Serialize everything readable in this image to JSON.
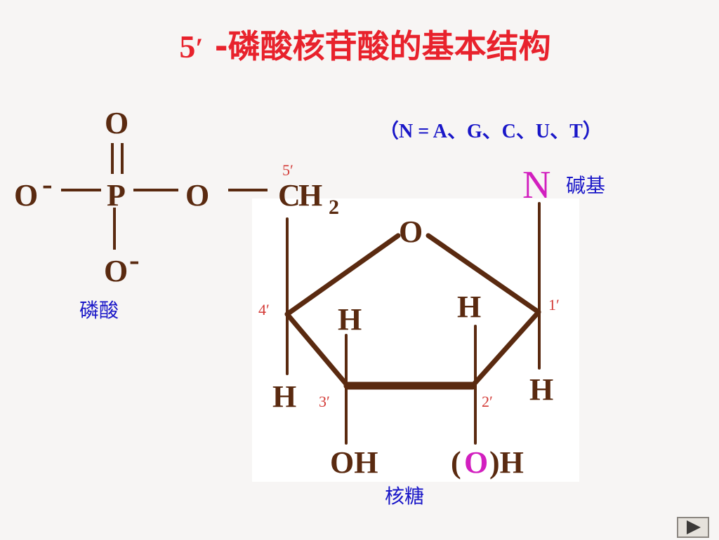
{
  "title": {
    "num": "5",
    "prime": "′",
    "text": " -磷酸核苷酸的基本结构"
  },
  "note": "（N = A、G、C、U、T）",
  "labels": {
    "phosphate": "磷酸",
    "ribose": "核糖",
    "base": "碱基"
  },
  "atoms": {
    "o_top": "O",
    "o_minus_left": "O",
    "minus": "-",
    "p": "P",
    "o_bridge": "O",
    "c": "C",
    "h": "H",
    "sub2": "2",
    "o_bottom": "O",
    "ring_o": "O",
    "base_n": "N",
    "h_4": "H",
    "h_3": "H",
    "h_2": "H",
    "h_1": "H",
    "oh_3": "OH",
    "paren_open": "(",
    "o_2": "O",
    "paren_close_h": ")H"
  },
  "primes": {
    "p5": "5′",
    "p4": "4′",
    "p3": "3′",
    "p2": "2′",
    "p1": "1′"
  },
  "colors": {
    "title": "#e8222c",
    "bond": "#5a2a10",
    "prime": "#d33a36",
    "label": "#1a17c8",
    "base": "#d21fbf"
  },
  "nav": {
    "next_icon": "play-triangle-icon"
  }
}
